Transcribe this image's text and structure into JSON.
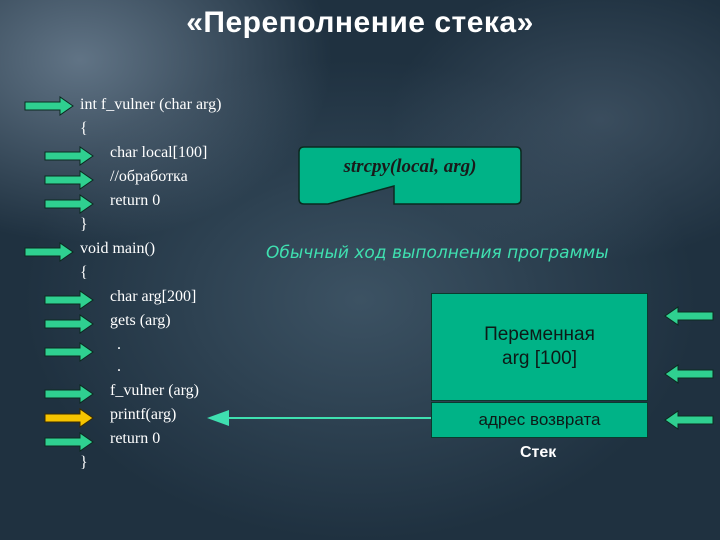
{
  "title": "«Переполнение стека»",
  "code_lines": [
    "int f_vulner (char arg)",
    "{",
    "char local[100]",
    "//обработка",
    "return 0",
    "}",
    "void main()",
    "{",
    "char arg[200]",
    "gets (arg)",
    ".",
    ".",
    "f_vulner (arg)",
    "printf(arg)",
    "return 0",
    "}"
  ],
  "callout": {
    "text": "strcpy(local, arg)"
  },
  "caption": "Обычный ход выполнения программы",
  "stack": {
    "variable_line1": "Переменная",
    "variable_line2": "arg [100]",
    "return_address": "адрес возврата",
    "label": "Стек"
  },
  "colors": {
    "arrow_green": "#2fd090",
    "arrow_yellow": "#f5c400",
    "box_fill": "#00b387",
    "caption": "#3fe0b0"
  },
  "icons": [
    "arrow-right-icon",
    "arrow-left-icon"
  ]
}
